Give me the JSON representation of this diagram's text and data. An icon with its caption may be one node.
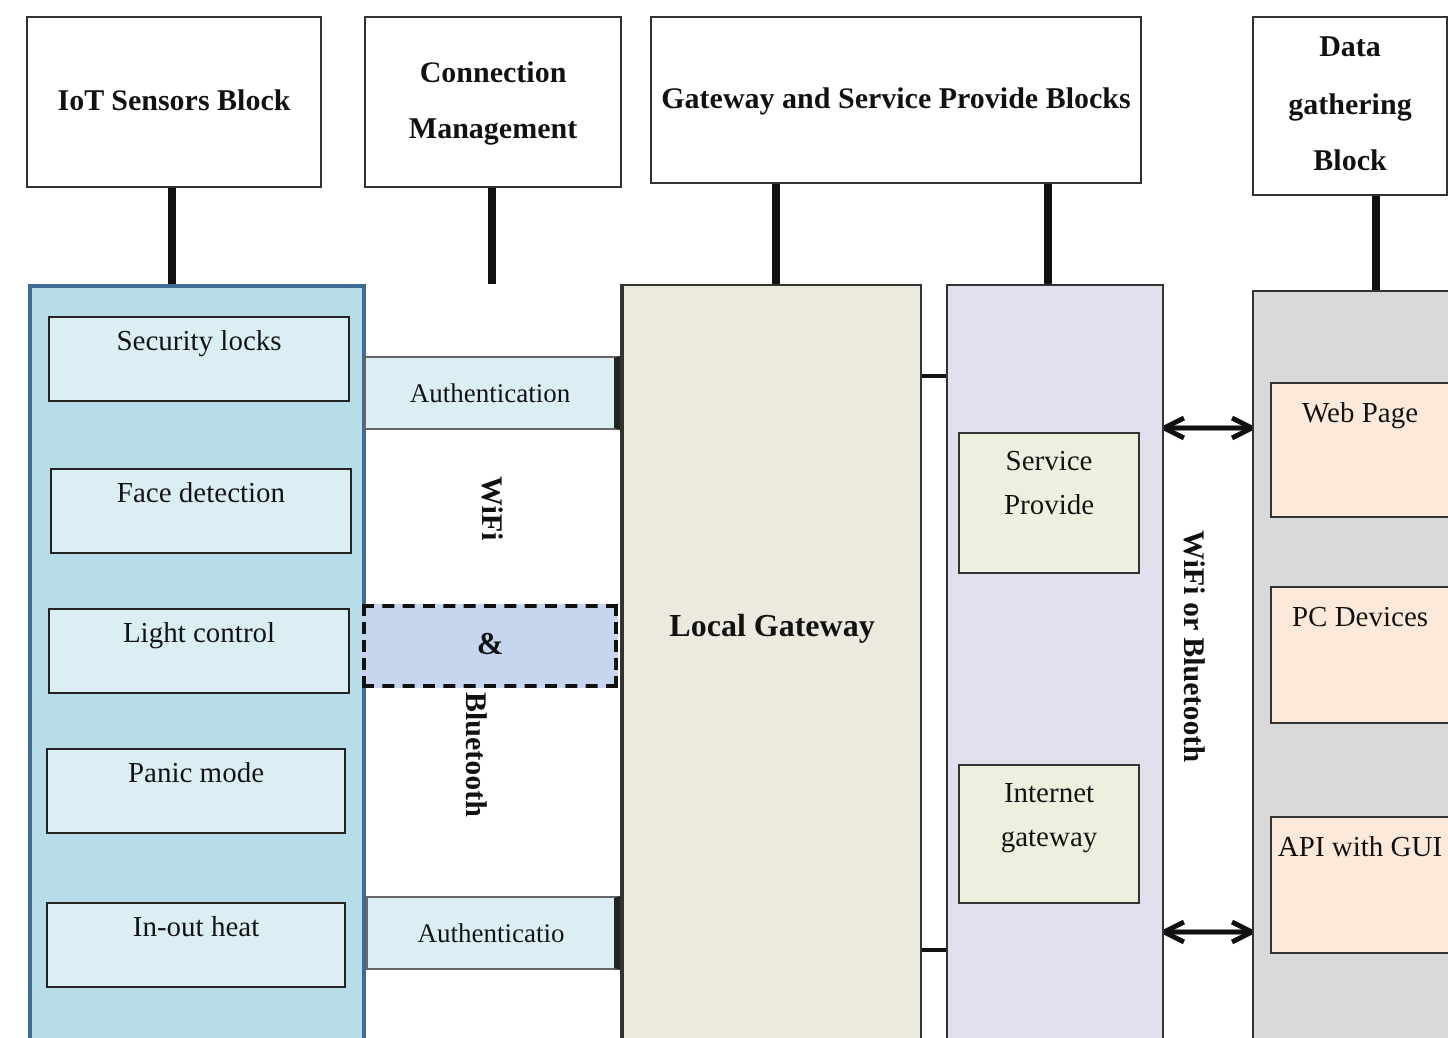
{
  "diagram": {
    "nodes": [
      {
        "text": [
          "IoT Sensors Block"
        ]
      },
      {
        "text": [
          "Connection Management"
        ]
      },
      {
        "text": [
          "Gateway and Service Provide Blocks"
        ]
      },
      {
        "text": [
          "Data gathering Block"
        ]
      },
      {
        "text": [],
        "shape": "box"
      },
      {
        "text": [
          "Security locks"
        ],
        "in": 4
      },
      {
        "text": [
          "Face detection"
        ],
        "in": 4
      },
      {
        "text": [
          "Light control"
        ],
        "in": 4
      },
      {
        "text": [
          "Panic mode"
        ],
        "in": 4
      },
      {
        "text": [
          "In-out heat"
        ],
        "in": 4
      },
      {
        "text": [],
        "shape": "box"
      },
      {
        "text": [
          "Authentication"
        ],
        "in": 10
      },
      {
        "text": [
          "&"
        ],
        "in": 10
      },
      {
        "text": [
          "Authenticatio"
        ],
        "in": 10
      },
      {
        "text": [
          "Local Gateway"
        ]
      },
      {
        "text": [],
        "shape": "box"
      },
      {
        "text": [
          "Service Provide"
        ],
        "in": 15
      },
      {
        "text": [
          "Internet gateway"
        ],
        "in": 15
      },
      {
        "text": [],
        "shape": "box"
      },
      {
        "text": [
          "Web Page"
        ],
        "in": 18
      },
      {
        "text": [
          "PC Devices"
        ],
        "in": 18
      },
      {
        "text": [
          "API with GUI"
        ],
        "in": 18
      }
    ],
    "edges": [
      {
        "from": 0,
        "to": 4,
        "arrow": "none"
      },
      {
        "from": 1,
        "to": 10,
        "arrow": "none"
      },
      {
        "from": 2,
        "to": 14,
        "arrow": "none"
      },
      {
        "from": 2,
        "to": 15,
        "arrow": "none"
      },
      {
        "from": 3,
        "to": 18,
        "arrow": "none"
      },
      {
        "from": 14,
        "to": 15,
        "arrow": "none"
      },
      {
        "from": 14,
        "to": 15,
        "arrow": "none"
      },
      {
        "from": 15,
        "to": 18,
        "arrow": "both"
      },
      {
        "from": 15,
        "to": 18,
        "arrow": "both"
      }
    ],
    "labels": [
      "WiFi",
      "Bluetooth",
      "WiFi or Bluetooth"
    ]
  }
}
